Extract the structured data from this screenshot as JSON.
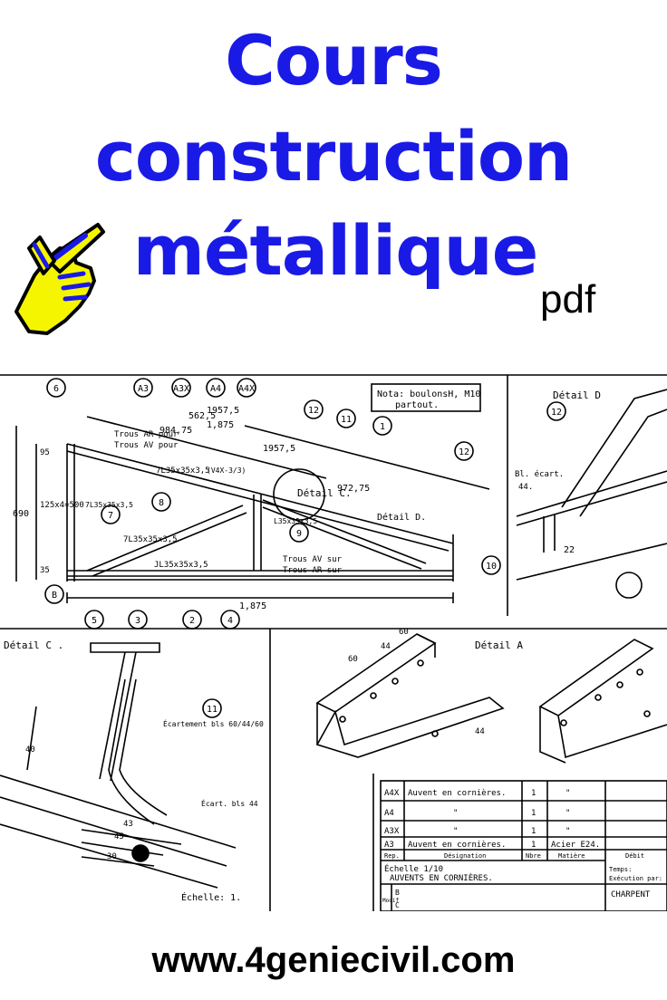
{
  "header": {
    "title_line1": "Cours",
    "title_line2": "construction",
    "title_line3": "métallique",
    "suffix": "pdf"
  },
  "icon": "pointing-hand-icon",
  "drawing": {
    "callouts_top": [
      "A3",
      "A3X",
      "A4",
      "A4X"
    ],
    "nota": "Nota: boulonsH, M10",
    "nota2": "partout.",
    "dim_top_a": "562,5",
    "dim_top_b": "1957,5",
    "dim_top_c": "1,875",
    "dim_984": "984,75",
    "dim_1957": "1957,5",
    "dim_972": "972,75",
    "trous_ar": "Trous AR pour",
    "trous_av": "Trous AV pour",
    "profile_main": "7L35x35x3,5",
    "profile_main2": "(V4X-3/3)",
    "profile_diag": "7L35x35x3,5",
    "profile_low": "JL35x35x3,5",
    "profile_post": "L35x35x3,5",
    "profile_left": "7L35x35x3,5",
    "dim_690": "690",
    "dim_500": "125x4=500",
    "dim_95": "95",
    "dim_35": "35",
    "dim_total": "1,875",
    "trous_av_sur": "Trous AV sur",
    "trous_ar_sur": "Trous AR sur",
    "detail_c_label": "Détail C.",
    "detail_d_label": "Détail D.",
    "detail_d_title": "Détail D",
    "detail_c_title": "Détail C .",
    "detail_a_title": "Détail A",
    "bl_ecart": "Bl. écart.",
    "bl_44": "44.",
    "dim_22": "22",
    "ecartement": "Écartement bls 60/44/60",
    "ecart_44": "Écart. bls 44",
    "dim_40": "40",
    "dim_43": "43",
    "dim_45": "45",
    "dim_30": "30",
    "echelle_c": "Échelle: 1.",
    "dim_60a": "60",
    "dim_44a": "44",
    "dim_60b": "60",
    "dim_44b": "44",
    "letter_b": "B",
    "numbers_circle": [
      "6",
      "12",
      "11",
      "1",
      "12",
      "7",
      "8",
      "9",
      "10",
      "5",
      "3",
      "2",
      "4",
      "12",
      "11"
    ],
    "title_block": {
      "rows": [
        {
          "rep": "A4X",
          "designation": "Auvent en cornières.",
          "nbre": "1",
          "matiere": "\""
        },
        {
          "rep": "A4",
          "designation": "\"",
          "nbre": "1",
          "matiere": "\""
        },
        {
          "rep": "A3X",
          "designation": "\"",
          "nbre": "1",
          "matiere": "\""
        },
        {
          "rep": "A3",
          "designation": "Auvent en cornières.",
          "nbre": "1",
          "matiere": "Acier E24."
        }
      ],
      "hdr_rep": "Rep.",
      "hdr_designation": "Désignation",
      "hdr_nbre": "Nbre",
      "hdr_matiere": "Matière",
      "hdr_debit": "Débit",
      "echelle": "Échelle 1/10",
      "temps": "Temps:",
      "execution": "Exécution par:",
      "name": "AUVENTS EN CORNIÈRES.",
      "charpente": "CHARPENT",
      "modif": "Modif",
      "b": "B",
      "c": "C"
    }
  },
  "footer": {
    "site": "www.4geniecivil.com"
  }
}
